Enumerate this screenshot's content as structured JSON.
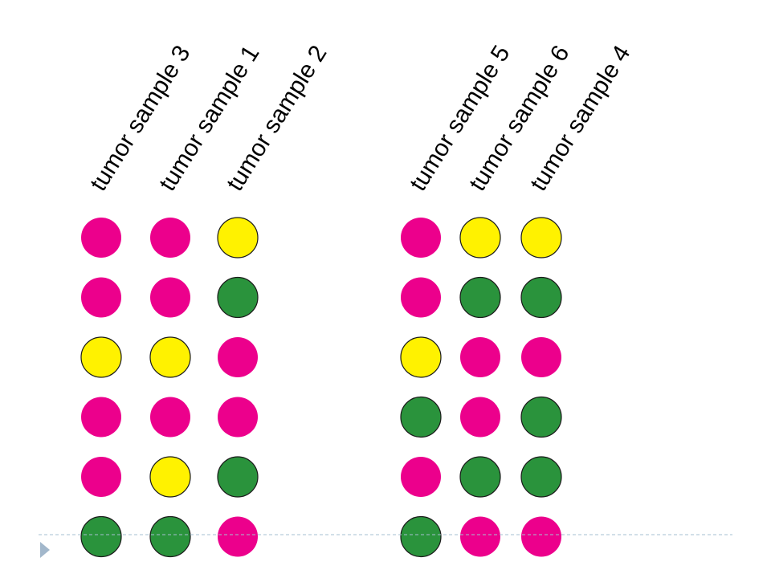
{
  "colors": {
    "magenta": "#EC008C",
    "yellow": "#FFF200",
    "green": "#2A933C",
    "footer_line": "#A6BFD0",
    "footer_arrow": "#A2B7CB"
  },
  "groups": [
    {
      "samples": [
        {
          "label": "tumor sample 3",
          "dots": [
            "magenta",
            "magenta",
            "yellow",
            "magenta",
            "magenta",
            "green"
          ]
        },
        {
          "label": "tumor sample 1",
          "dots": [
            "magenta",
            "magenta",
            "yellow",
            "magenta",
            "yellow",
            "green"
          ]
        },
        {
          "label": "tumor sample 2",
          "dots": [
            "yellow",
            "green",
            "magenta",
            "magenta",
            "green",
            "magenta"
          ]
        }
      ]
    },
    {
      "samples": [
        {
          "label": "tumor sample 5",
          "dots": [
            "magenta",
            "magenta",
            "yellow",
            "green",
            "magenta",
            "green"
          ]
        },
        {
          "label": "tumor sample 6",
          "dots": [
            "yellow",
            "green",
            "magenta",
            "magenta",
            "green",
            "magenta"
          ]
        },
        {
          "label": "tumor sample 4",
          "dots": [
            "yellow",
            "green",
            "magenta",
            "green",
            "green",
            "magenta"
          ]
        }
      ]
    }
  ],
  "footer": {
    "arrow_icon": "triangle-right-icon"
  }
}
